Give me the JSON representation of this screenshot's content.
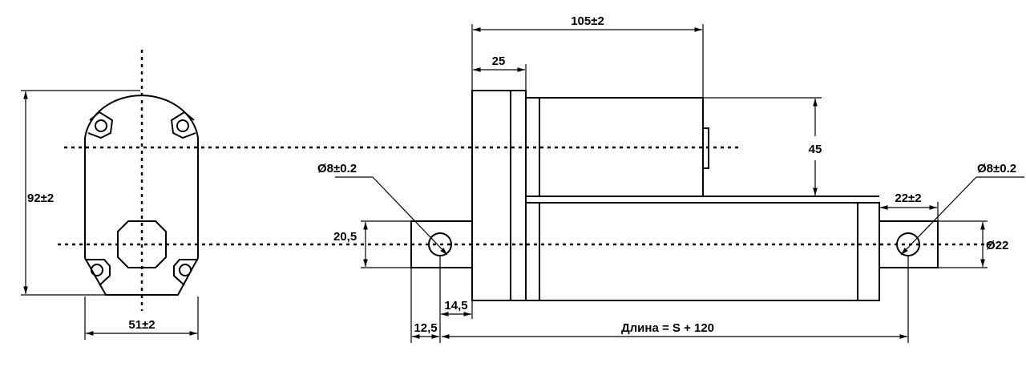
{
  "drawing": {
    "end_view": {
      "height_dim": "92±2",
      "width_dim": "51±2"
    },
    "side_view": {
      "overall_motor_dim": "105±2",
      "flange_dim": "25",
      "motor_diameter_dim": "45",
      "rear_clevis_height_dim": "20,5",
      "rear_hole_dim": "Ø8±0.2",
      "rear_hole_offset_dim": "14,5",
      "rear_clevis_end_dim": "12,5",
      "length_dim": "Длина = S + 120",
      "front_hole_dim": "Ø8±0.2",
      "rod_end_length_dim": "22±2",
      "rod_diameter_dim": "Ø22"
    }
  }
}
